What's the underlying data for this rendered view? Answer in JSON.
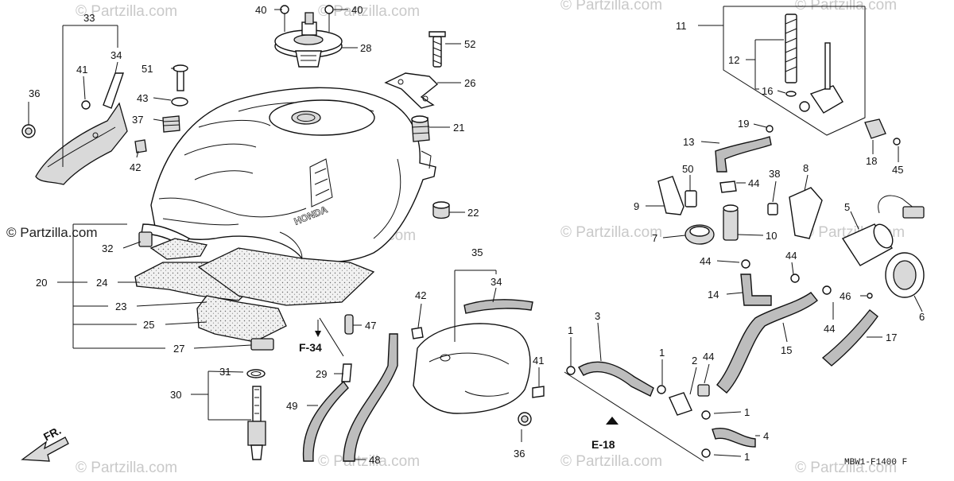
{
  "watermark": {
    "text": "© Partzilla.com",
    "tag_text": "© Partzilla.com"
  },
  "diagram_code": "MBW1-F1400 F",
  "front_label": "FR.",
  "refs": {
    "f34": "F-34",
    "e18": "E-18"
  },
  "callouts": {
    "c1a": "1",
    "c1b": "1",
    "c1c": "1",
    "c1d": "1",
    "c2": "2",
    "c3": "3",
    "c4": "4",
    "c5": "5",
    "c6": "6",
    "c7": "7",
    "c8": "8",
    "c9": "9",
    "c10": "10",
    "c11": "11",
    "c12": "12",
    "c13": "13",
    "c14": "14",
    "c15": "15",
    "c16": "16",
    "c17": "17",
    "c18": "18",
    "c19": "19",
    "c20": "20",
    "c21": "21",
    "c22": "22",
    "c23": "23",
    "c24": "24",
    "c25": "25",
    "c26": "26",
    "c27": "27",
    "c28": "28",
    "c29": "29",
    "c30": "30",
    "c31": "31",
    "c32": "32",
    "c33": "33",
    "c34a": "34",
    "c34b": "34",
    "c35": "35",
    "c36a": "36",
    "c36b": "36",
    "c37": "37",
    "c38": "38",
    "c40a": "40",
    "c40b": "40",
    "c41a": "41",
    "c41b": "41",
    "c42a": "42",
    "c42b": "42",
    "c43": "43",
    "c44a": "44",
    "c44b": "44",
    "c44c": "44",
    "c44d": "44",
    "c44e": "44",
    "c45": "45",
    "c46": "46",
    "c47": "47",
    "c48": "48",
    "c49": "49",
    "c50": "50",
    "c51": "51",
    "c52": "52"
  }
}
